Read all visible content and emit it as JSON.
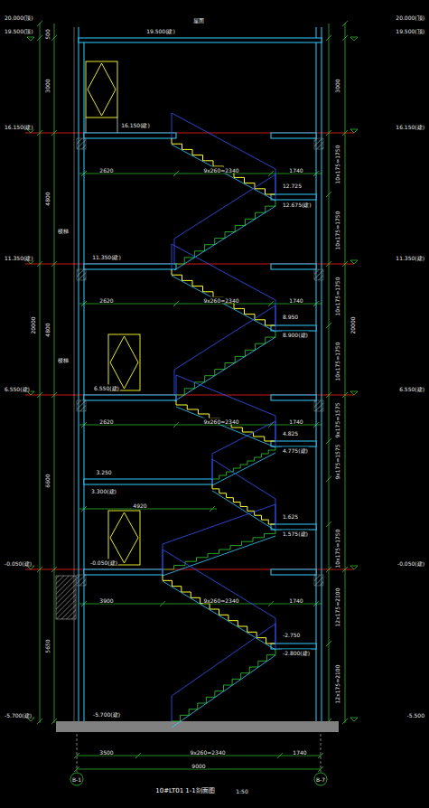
{
  "diagram": {
    "title": "10#LT01 1-1剖面图",
    "labels": [
      "20.000(顶)",
      "19.500(顶)",
      "16.150(建)",
      "11.350(建)",
      "6.550(建)",
      "-0.050(建)",
      "-5.700(建)",
      "20.000(顶)",
      "19.500(顶)",
      "16.150(建)",
      "11.350(建)",
      "6.550(建)",
      "-0.050(建)",
      "-5.500",
      "500",
      "3000",
      "4800",
      "4800",
      "6600",
      "5650",
      "20000",
      "3000",
      "10x175=1750",
      "10x175=1750",
      "10x175=1750",
      "10x175=1750",
      "9x175=1575",
      "9x175=1575",
      "10x175=1750",
      "12x175=2100",
      "12x175=2100",
      "20000",
      "2620",
      "9x260=2340",
      "1740",
      "2620",
      "9x260=2340",
      "1740",
      "2620",
      "9x260=2340",
      "1740",
      "4920",
      "3900",
      "9x260=2340",
      "1740",
      "3500",
      "9x260=2340",
      "1740",
      "9000",
      "12.725",
      "12.675(建)",
      "8.950",
      "8.900(建)",
      "4.825",
      "4.775(建)",
      "1.625",
      "1.575(建)",
      "-2.750",
      "-2.800(建)",
      "19.500(建)",
      "屋面",
      "16.150(建)",
      "11.350(建)",
      "6.550(建)",
      "3.250",
      "3.300(建)",
      "-0.050(建)",
      "-5.700(建)",
      "楼梯",
      "楼梯",
      "1:50",
      "B-1",
      "B-7"
    ]
  }
}
